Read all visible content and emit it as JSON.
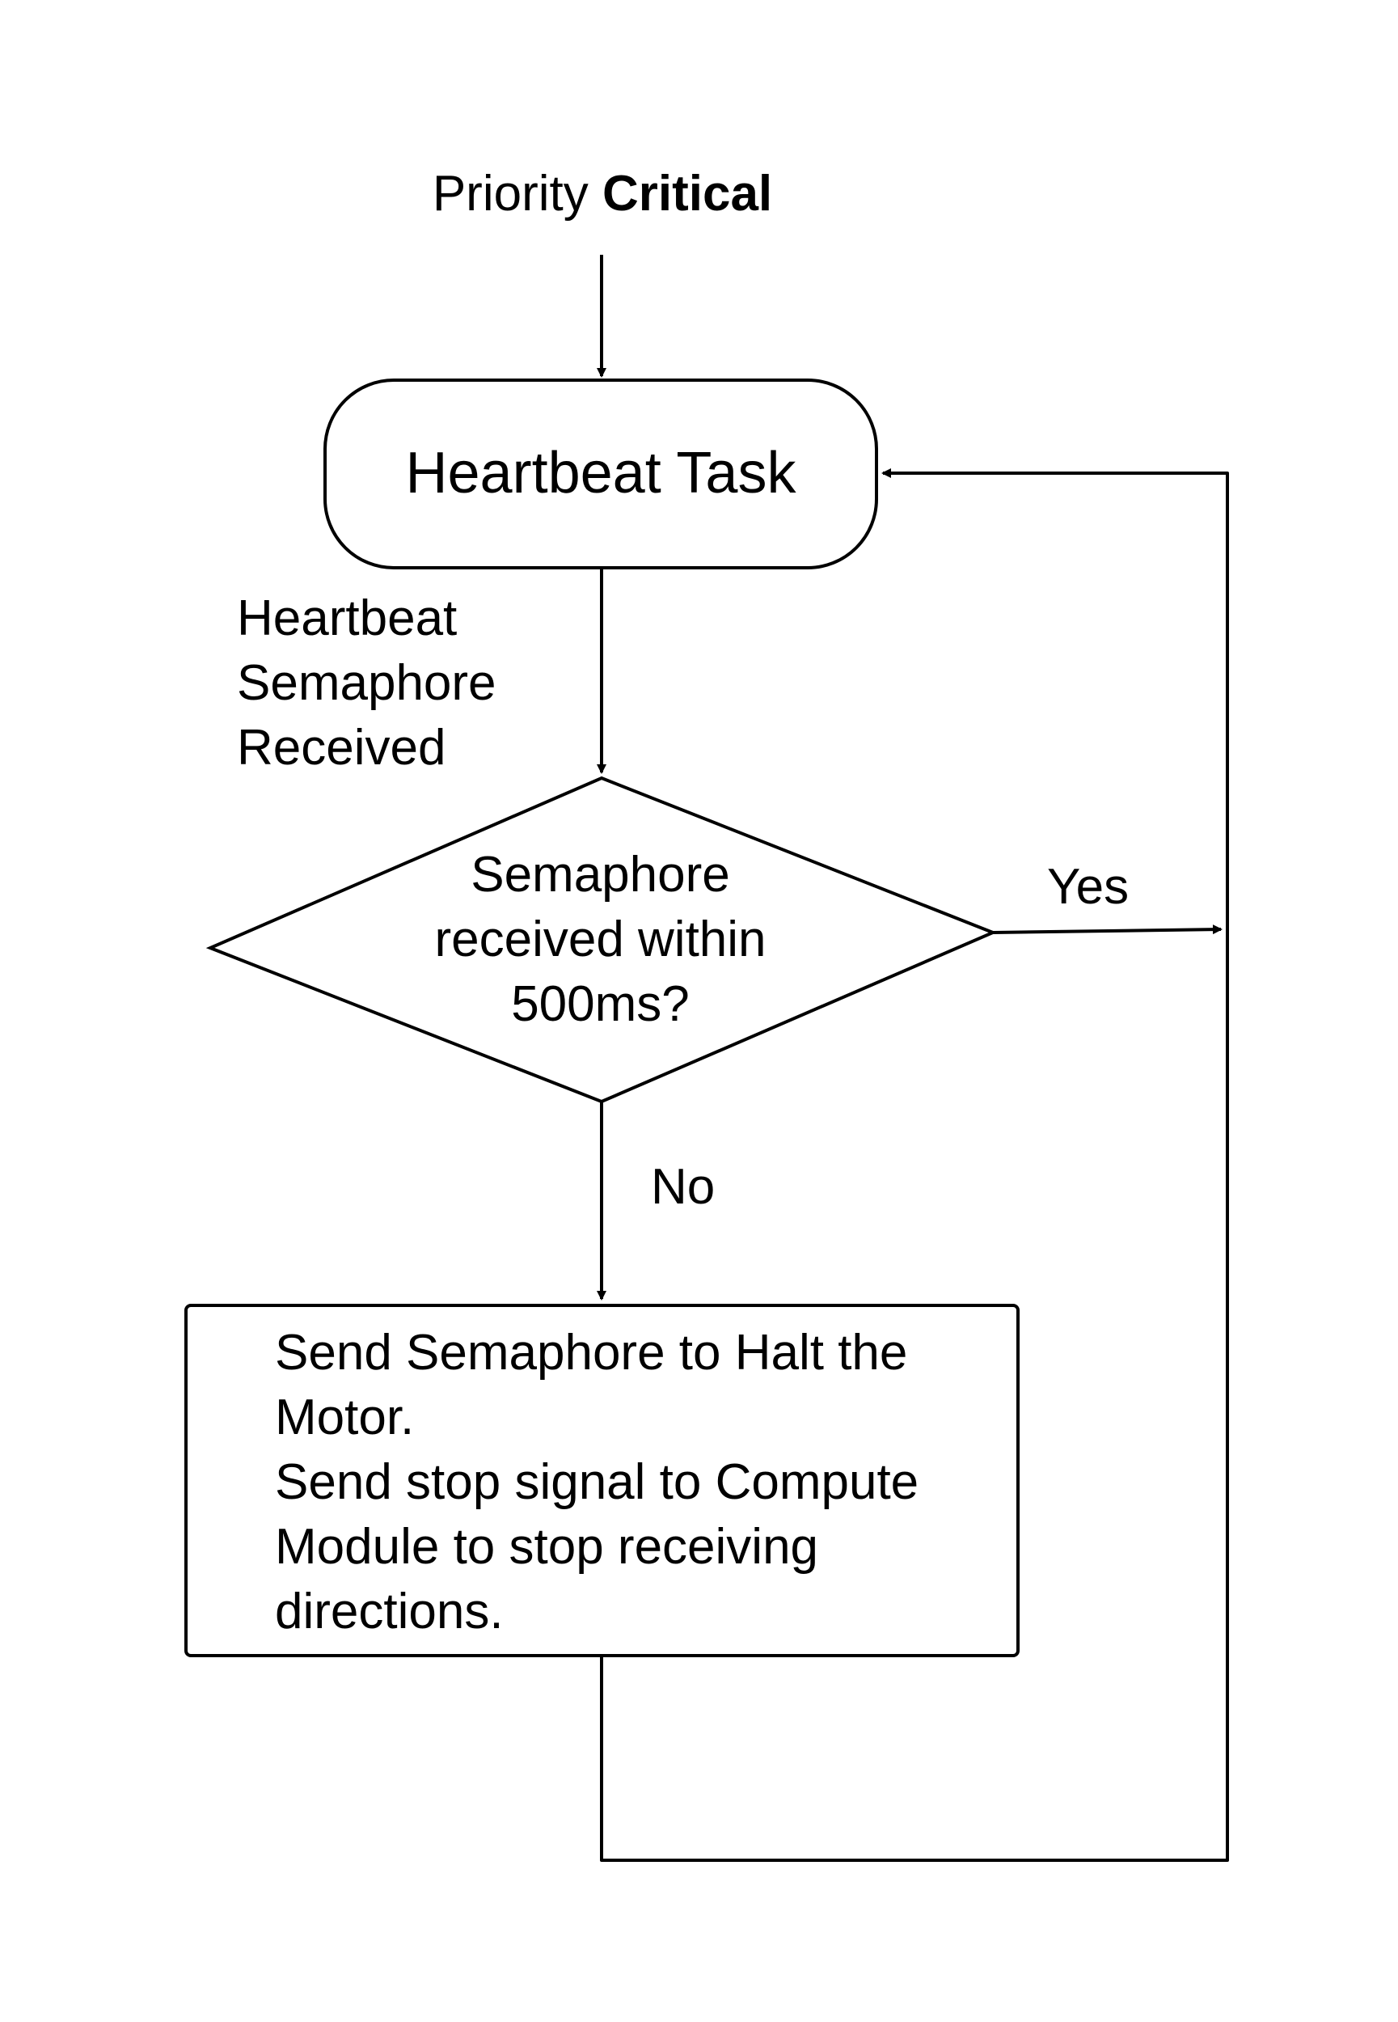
{
  "header": {
    "priority_prefix": "Priority",
    "priority_value": "Critical"
  },
  "nodes": {
    "task": {
      "label": "Heartbeat Task"
    },
    "trigger": {
      "lines": [
        "Heartbeat",
        "Semaphore",
        "Received"
      ]
    },
    "decision": {
      "lines": [
        "Semaphore",
        "received within",
        "500ms?"
      ]
    },
    "action": {
      "lines": [
        "Send Semaphore to Halt the",
        "Motor.",
        "Send stop signal to Compute",
        "Module to stop receiving",
        "directions."
      ]
    }
  },
  "edges": {
    "yes_label": "Yes",
    "no_label": "No"
  },
  "colors": {
    "stroke": "#000000",
    "background": "#ffffff",
    "text": "#000000"
  }
}
